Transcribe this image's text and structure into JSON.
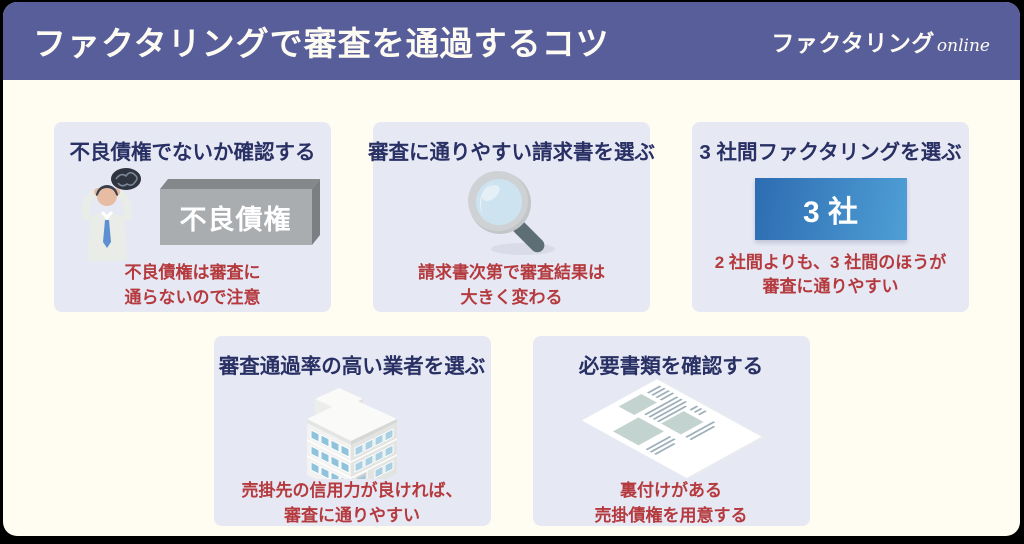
{
  "header": {
    "title": "ファクタリングで審査を通過するコツ",
    "logo_main": "ファクタリング",
    "logo_suffix": "online"
  },
  "cards": [
    {
      "title": "不良債権でないか確認する",
      "badge": "不良債権",
      "caption": [
        "不良債権は審査に",
        "通らないので注意"
      ],
      "icon": "worried-person-icon"
    },
    {
      "title": "審査に通りやすい請求書を選ぶ",
      "caption": [
        "請求書次第で審査結果は",
        "大きく変わる"
      ],
      "icon": "magnifier-icon"
    },
    {
      "title": "3 社間ファクタリングを選ぶ",
      "badge": "3 社",
      "caption": [
        "2 社間よりも、3 社間のほうが",
        "審査に通りやすい"
      ],
      "icon": "three-companies-badge"
    },
    {
      "title": "審査通過率の高い業者を選ぶ",
      "caption": [
        "売掛先の信用力が良ければ、",
        "審査に通りやすい"
      ],
      "icon": "building-icon"
    },
    {
      "title": "必要書類を確認する",
      "caption": [
        "裏付けがある",
        "売掛債権を用意する"
      ],
      "icon": "document-icon"
    }
  ],
  "colors": {
    "canvas_bg": "#fffdf2",
    "header_bg": "#575e99",
    "card_bg": "#e6e8f4",
    "title_navy": "#283064",
    "caption_red": "#b53a3e",
    "badge_blue_start": "#2d6cb1",
    "badge_blue_end": "#4f9fd6"
  }
}
